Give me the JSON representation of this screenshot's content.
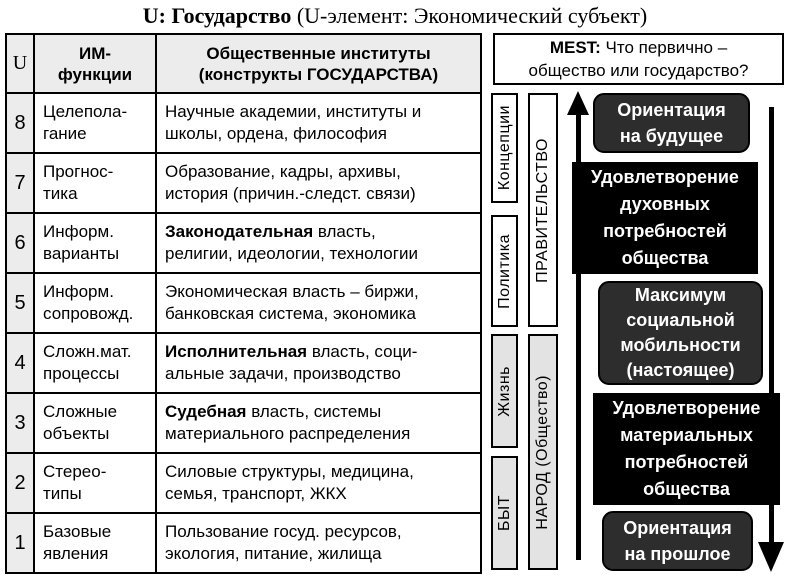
{
  "title": {
    "bold": "U: Государство",
    "rest": "  (U-элемент: Экономический субъект)"
  },
  "table": {
    "headers": {
      "u": "U",
      "functions": "ИМ-\nфункции",
      "institutes": "Общественные институты\n(конструкты ГОСУДАРСТВА)"
    },
    "rows": [
      {
        "num": "8",
        "func": "Целепола-\nгание",
        "inst_bold": "",
        "inst": "Научные академии, институты и\nшколы, ордена, философия"
      },
      {
        "num": "7",
        "func": "Прогнос-\nтика",
        "inst_bold": "",
        "inst": "Образование, кадры, архивы,\nистория (причин.-следст. связи)"
      },
      {
        "num": "6",
        "func": "Информ.\nварианты",
        "inst_bold": "Законодательная",
        "inst": " власть,\nрелигии, идеологии, технологии"
      },
      {
        "num": "5",
        "func": "Информ.\nсопровожд.",
        "inst_bold": "",
        "inst": "Экономическая власть – биржи,\nбанковская система, экономика"
      },
      {
        "num": "4",
        "func": "Сложн.мат.\nпроцессы",
        "inst_bold": "Исполнительная",
        "inst": " власть, соци-\nальные задачи, производство"
      },
      {
        "num": "3",
        "func": "Сложные\nобъекты",
        "inst_bold": "Судебная",
        "inst": " власть, системы\nматериального распределения"
      },
      {
        "num": "2",
        "func": "Стерео-\nтипы",
        "inst_bold": "",
        "inst": "Силовые структуры, медицина,\nсемья, транспорт, ЖКХ"
      },
      {
        "num": "1",
        "func": "Базовые\nявления",
        "inst_bold": "",
        "inst": "Пользование госуд. ресурсов,\nэкология, питание, жилища"
      }
    ]
  },
  "strips": {
    "concepts": "Концепции",
    "politics": "Политика",
    "life": "Жизнь",
    "byt": "БЫТ",
    "government": "ПРАВИТЕЛЬСТВО",
    "people": "НАРОД (Общество)"
  },
  "mest": {
    "header_bold": "MEST:",
    "header_rest": " Что первично –\nобщество или государство?",
    "boxes": {
      "future": "Ориентация\nна будущее",
      "spiritual": "Удовлетворение\nдуховных\nпотребностей\nобщества",
      "mobility": "Максимум\nсоциальной\nмобильности\n(настоящее)",
      "material": "Удовлетворение\nматериальных\nпотребностей\nобщества",
      "past": "Ориентация\nна прошлое"
    }
  },
  "colors": {
    "table_header_bg": "#ececec",
    "num_col_bg": "#ececec",
    "strip_white_bg": "#ffffff",
    "strip_gray_bg": "#e3e3e3",
    "black_box": "#000000",
    "rounded_box": "#2d2d2d",
    "box_text": "#ffffff",
    "border": "#000000"
  }
}
